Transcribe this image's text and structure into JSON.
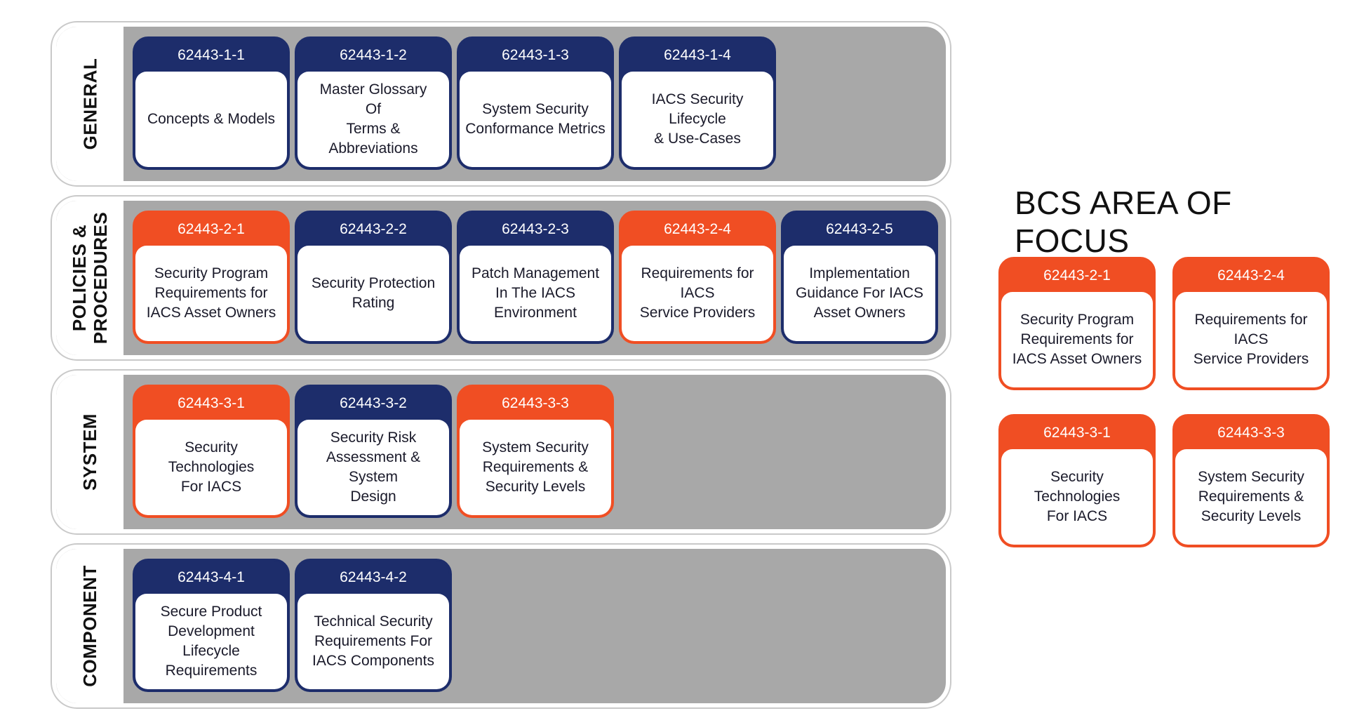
{
  "bands": {
    "general": {
      "label": "GENERAL"
    },
    "policies": {
      "label": "POLICIES &\nPROCEDURES"
    },
    "system": {
      "label": "SYSTEM"
    },
    "component": {
      "label": "COMPONENT"
    }
  },
  "cards": {
    "c111": {
      "code": "62443-1-1",
      "title": "Concepts & Models"
    },
    "c112": {
      "code": "62443-1-2",
      "title": "Master Glossary\nOf\nTerms &\nAbbreviations"
    },
    "c113": {
      "code": "62443-1-3",
      "title": "System Security\nConformance Metrics"
    },
    "c114": {
      "code": "62443-1-4",
      "title": "IACS Security\nLifecycle\n& Use-Cases"
    },
    "c221": {
      "code": "62443-2-1",
      "title": "Security Program\nRequirements for\nIACS Asset Owners"
    },
    "c222": {
      "code": "62443-2-2",
      "title": "Security Protection\nRating"
    },
    "c223": {
      "code": "62443-2-3",
      "title": "Patch Management\nIn The IACS\nEnvironment"
    },
    "c224": {
      "code": "62443-2-4",
      "title": "Requirements for\nIACS\nService Providers"
    },
    "c225": {
      "code": "62443-2-5",
      "title": "Implementation\nGuidance For IACS\nAsset Owners"
    },
    "c331": {
      "code": "62443-3-1",
      "title": "Security\nTechnologies\nFor IACS"
    },
    "c332": {
      "code": "62443-3-2",
      "title": "Security Risk\nAssessment & System\nDesign"
    },
    "c333": {
      "code": "62443-3-3",
      "title": "System Security\nRequirements &\nSecurity Levels"
    },
    "c441": {
      "code": "62443-4-1",
      "title": "Secure Product\nDevelopment\nLifecycle\nRequirements"
    },
    "c442": {
      "code": "62443-4-2",
      "title": "Technical Security\nRequirements For\nIACS Components"
    }
  },
  "focus": {
    "title": "BCS AREA OF FOCUS",
    "cards": {
      "f221": {
        "code": "62443-2-1",
        "title": "Security Program\nRequirements for\nIACS Asset Owners"
      },
      "f224": {
        "code": "62443-2-4",
        "title": "Requirements for\nIACS\nService Providers"
      },
      "f331": {
        "code": "62443-3-1",
        "title": "Security\nTechnologies\nFor IACS"
      },
      "f333": {
        "code": "62443-3-3",
        "title": "System Security\nRequirements &\nSecurity Levels"
      }
    }
  },
  "colors": {
    "navy": "#1d2d6b",
    "orange": "#f04e23",
    "band_gray": "#a8a8a8"
  }
}
